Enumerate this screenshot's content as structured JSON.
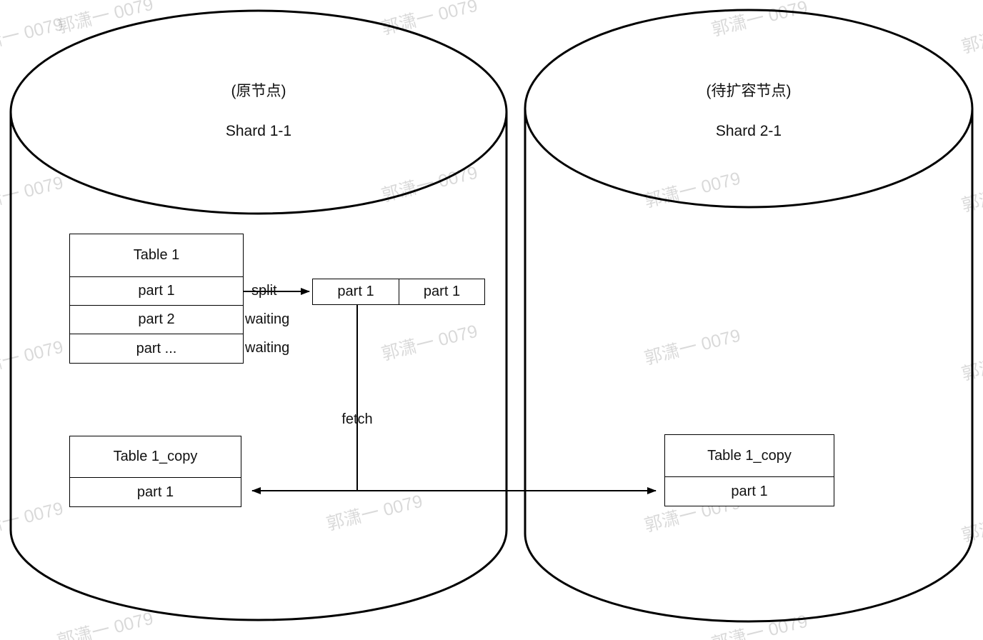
{
  "watermark": {
    "text": "郭潇一 0079"
  },
  "left_cylinder": {
    "title_line1": "(原节点)",
    "title_line2": "Shard 1-1"
  },
  "right_cylinder": {
    "title_line1": "(待扩容节点)",
    "title_line2": "Shard 2-1"
  },
  "table1": {
    "header": "Table 1",
    "rows": [
      "part 1",
      "part 2",
      "part ..."
    ]
  },
  "split_box": {
    "cells": [
      "part 1",
      "part 1"
    ]
  },
  "table1_copy_left": {
    "header": "Table 1_copy",
    "rows": [
      "part 1"
    ]
  },
  "table1_copy_right": {
    "header": "Table 1_copy",
    "rows": [
      "part 1"
    ]
  },
  "labels": {
    "split": "split",
    "waiting_part2": "waiting",
    "waiting_part_rest": "waiting",
    "fetch": "fetch"
  },
  "colors": {
    "stroke": "#000000",
    "watermark_gray": "#d9d9d9",
    "background": "#ffffff"
  }
}
